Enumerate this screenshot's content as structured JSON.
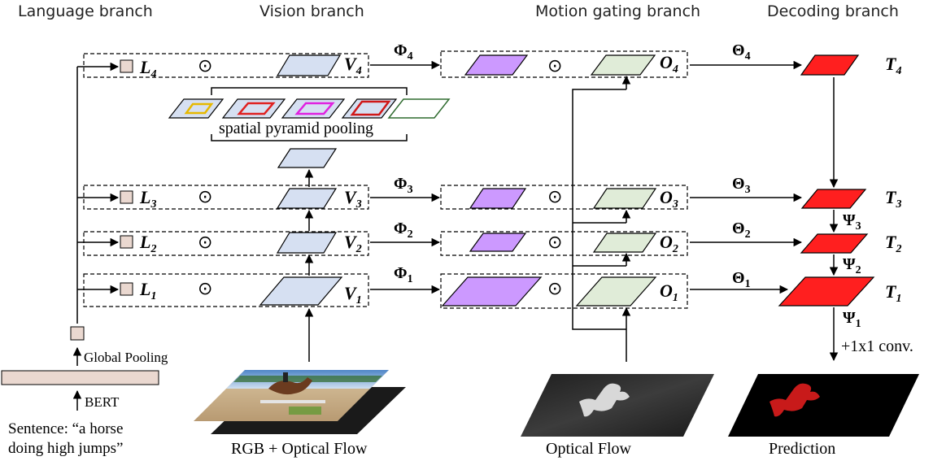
{
  "headers": {
    "language": "Language branch",
    "vision": "Vision branch",
    "motion": "Motion gating branch",
    "decoding": "Decoding branch"
  },
  "labels": {
    "L4": "L",
    "L4s": "4",
    "L3": "L",
    "L3s": "3",
    "L2": "L",
    "L2s": "2",
    "L1": "L",
    "L1s": "1",
    "V4": "V",
    "V4s": "4",
    "V3": "V",
    "V3s": "3",
    "V2": "V",
    "V2s": "2",
    "V1": "V",
    "V1s": "1",
    "O4": "O",
    "O4s": "4",
    "O3": "O",
    "O3s": "3",
    "O2": "O",
    "O2s": "2",
    "O1": "O",
    "O1s": "1",
    "T4": "T",
    "T4s": "4",
    "T3": "T",
    "T3s": "3",
    "T2": "T",
    "T2s": "2",
    "T1": "T",
    "T1s": "1"
  },
  "ops": {
    "odot": "⊙",
    "phi": "Φ",
    "phi4": "4",
    "phi3": "3",
    "phi2": "2",
    "phi1": "1",
    "theta": "Θ",
    "theta4": "4",
    "theta3": "3",
    "theta2": "2",
    "theta1": "1",
    "psi": "Ψ",
    "psi3": "3",
    "psi2": "2",
    "psi1": "1"
  },
  "text": {
    "spp": "spatial pyramid pooling",
    "global_pooling": "Global Pooling",
    "bert": "BERT",
    "sentence_line1": "Sentence: “a horse",
    "sentence_line2": "doing high jumps”",
    "conv": "+1x1 conv.",
    "rgb_flow": "RGB + Optical Flow",
    "optical_flow": "Optical Flow",
    "prediction": "Prediction"
  },
  "colors": {
    "vision": "#d6e0f2",
    "motion_purple": "#cc99ff",
    "motion_green": "#e0ecd8",
    "decode_red": "#ff1f1f",
    "lang_box": "#ead8d0"
  }
}
